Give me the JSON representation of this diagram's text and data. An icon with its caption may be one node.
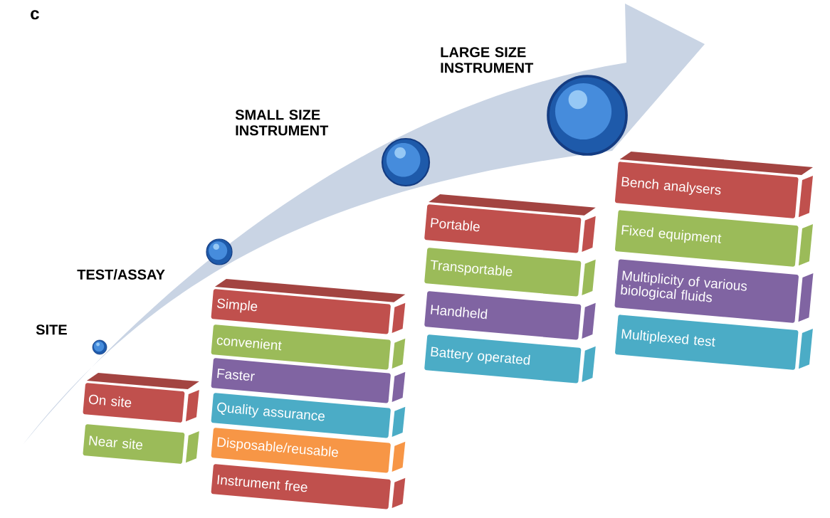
{
  "diagram": {
    "nodes": [
      {
        "text": [],
        "shape": "circle"
      },
      {
        "text": [
          "On site"
        ]
      },
      {
        "text": [
          "Near site"
        ]
      },
      {
        "text": [],
        "shape": "circle"
      },
      {
        "text": [
          "Simple"
        ]
      },
      {
        "text": [
          "convenient"
        ]
      },
      {
        "text": [
          "Faster"
        ]
      },
      {
        "text": [
          "Quality assurance"
        ]
      },
      {
        "text": [
          "Disposable/reusable"
        ]
      },
      {
        "text": [
          "Instrument free"
        ]
      },
      {
        "text": [],
        "shape": "circle"
      },
      {
        "text": [
          "Portable"
        ]
      },
      {
        "text": [
          "Transportable"
        ]
      },
      {
        "text": [
          "Handheld"
        ]
      },
      {
        "text": [
          "Battery operated"
        ]
      },
      {
        "text": [],
        "shape": "circle"
      },
      {
        "text": [
          "Bench analysers"
        ]
      },
      {
        "text": [
          "Fixed equipment"
        ]
      },
      {
        "text": [
          "Multiplicity of various biological fluids"
        ]
      },
      {
        "text": [
          "Multiplexed test"
        ]
      }
    ],
    "labels": [
      "c",
      "LARGE SIZE INSTRUMENT",
      "SMALL SIZE INSTRUMENT",
      "TEST/ASSAY",
      "SITE"
    ]
  }
}
